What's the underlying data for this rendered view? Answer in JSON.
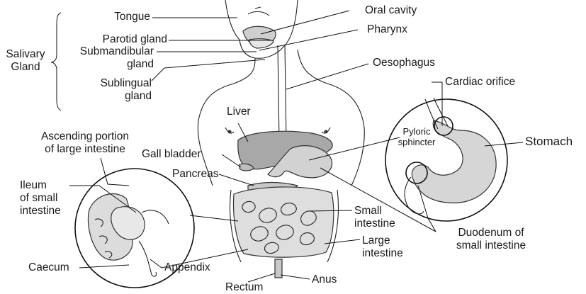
{
  "labels": {
    "tongue": "Tongue",
    "parotid_gland": "Parotid gland",
    "submandibular_gland": [
      "Submandibular",
      "gland"
    ],
    "sublingual_gland": [
      "Sublingual",
      "gland"
    ],
    "salivary_gland": [
      "Salivary",
      "Gland"
    ],
    "oral_cavity": "Oral cavity",
    "pharynx": "Pharynx",
    "oesophagus": "Oesophagus",
    "cardiac_orifice": "Cardiac orifice",
    "liver": "Liver",
    "ascending_portion": [
      "Ascending portion",
      "of large intestine"
    ],
    "gall_bladder": "Gall bladder",
    "pancreas": "Pancreas",
    "ileum": [
      "Ileum",
      "of small",
      "intestine"
    ],
    "pyloric_sphincter": [
      "Pyloric",
      "sphincter"
    ],
    "stomach": "Stomach",
    "small_intestine": [
      "Small",
      "intestine"
    ],
    "large_intestine": [
      "Large",
      "intestine"
    ],
    "duodenum": [
      "Duodenum of",
      "small intestine"
    ],
    "caecum": "Caecum",
    "appendix": "Appendix",
    "anus": "Anus",
    "rectum": "Rectum"
  },
  "colors": {
    "liver": "#a8a8a8",
    "stomach": "#d6d6d6",
    "intestine": "#dedede",
    "line": "#1a1a1a"
  }
}
